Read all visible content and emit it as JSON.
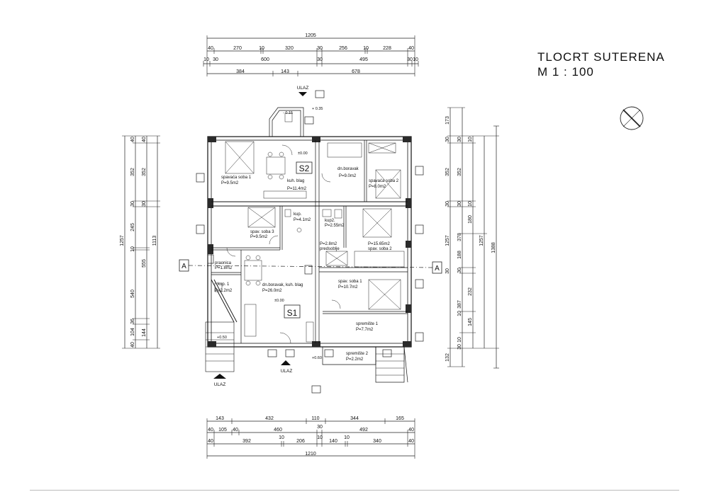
{
  "title": {
    "line1": "TLOCRT  SUTERENA",
    "line2": "M  1 : 100"
  },
  "entrances": {
    "top": "ULAZ",
    "bottom_left": "ULAZ",
    "bottom_mid": "ULAZ"
  },
  "section_marks": {
    "left": "A",
    "right": "A"
  },
  "unit_labels": {
    "s1": "S1",
    "s2": "S2"
  },
  "levels": {
    "top_left": "- 0.15",
    "top_right": "+ 0.35",
    "s2": "±0.00",
    "s1": "±0.00",
    "stair": "+0.50",
    "store": "+0.60"
  },
  "rooms": {
    "r1_name": "spavaća soba 1",
    "r1_area": "P=9.5m2",
    "r2_name": "kuh. blag",
    "r2_area": "P=11.4m2",
    "r3_name": "dn.boravak",
    "r3_area": "P=9.0m2",
    "r4_name": "spavaća soba 2",
    "r4_area": "P=8.0m2",
    "r5_name": "spav. soba 3",
    "r5_area": "P=9.5m2",
    "r6_name": "kup.",
    "r6_area": "P=4.1m2",
    "r7_name": "kup2.",
    "r7_area": "P=2.55m2",
    "r8_area": "P=2.8m2",
    "r8_name": "predsoblje",
    "r9_area": "P=15.65m2",
    "r9_name": "spav. soba 2",
    "r10_name": "praonica",
    "r10_area": "P=1.8m2",
    "r11_name": "kup. 1",
    "r11_area": "P=2.2m2",
    "r12_name": "dn.boravak, kuh. blag",
    "r12_area": "P=26.0m2",
    "r13_name": "spav. soba 1",
    "r13_area": "P=10.7m2",
    "r14_name": "spremište 1",
    "r14_area": "P=7.7m2",
    "r15_name": "spremište 2",
    "r15_area": "P=2.2m2"
  },
  "dims": {
    "top_total": "1205",
    "top_r2": [
      "40",
      "270",
      "10",
      "320",
      "30",
      "256",
      "10",
      "228",
      "40"
    ],
    "top_r3": [
      "10",
      "30",
      "600",
      "30",
      "495",
      "30",
      "10"
    ],
    "top_r4": [
      "384",
      "143",
      "678"
    ],
    "bot_r1": [
      "143",
      "432",
      "110",
      "344",
      "165"
    ],
    "bot_r2": [
      "40",
      "105",
      "40",
      "460",
      "30",
      "492",
      "40"
    ],
    "bot_r3": [
      "40",
      "392",
      "10",
      "206",
      "10",
      "140",
      "10",
      "340",
      "40"
    ],
    "bot_total": "1210",
    "left_total": "1257",
    "left_mid": "1113",
    "left_a": [
      "40",
      "352",
      "30",
      "245",
      "10",
      "555",
      "540",
      "36",
      "104",
      "40",
      "144"
    ],
    "left_b": [
      "40",
      "352",
      "30"
    ],
    "right_a": [
      "173",
      "30",
      "352",
      "30",
      "1257",
      "30",
      "387",
      "10",
      "132"
    ],
    "right_b": [
      "30",
      "10",
      "352",
      "30",
      "378",
      "188",
      "30",
      "232",
      "145",
      "10",
      "30"
    ],
    "right_c": [
      "180",
      "10"
    ],
    "right_total": "1388"
  }
}
